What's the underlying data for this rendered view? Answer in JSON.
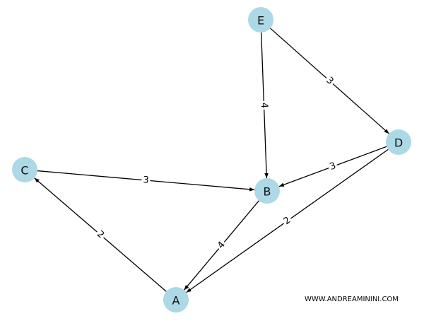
{
  "graph": {
    "nodes": [
      {
        "id": "A",
        "label": "A"
      },
      {
        "id": "B",
        "label": "B"
      },
      {
        "id": "C",
        "label": "C"
      },
      {
        "id": "D",
        "label": "D"
      },
      {
        "id": "E",
        "label": "E"
      }
    ],
    "edges": [
      {
        "from": "E",
        "to": "B",
        "weight": "4"
      },
      {
        "from": "E",
        "to": "D",
        "weight": "3"
      },
      {
        "from": "D",
        "to": "B",
        "weight": "3"
      },
      {
        "from": "D",
        "to": "A",
        "weight": "2"
      },
      {
        "from": "C",
        "to": "B",
        "weight": "3"
      },
      {
        "from": "B",
        "to": "A",
        "weight": "4"
      },
      {
        "from": "A",
        "to": "C",
        "weight": "2"
      }
    ],
    "colors": {
      "node_fill": "#add8e6",
      "edge": "#000000",
      "text": "#111111"
    }
  },
  "watermark": "WWW.ANDREAMININI.COM"
}
